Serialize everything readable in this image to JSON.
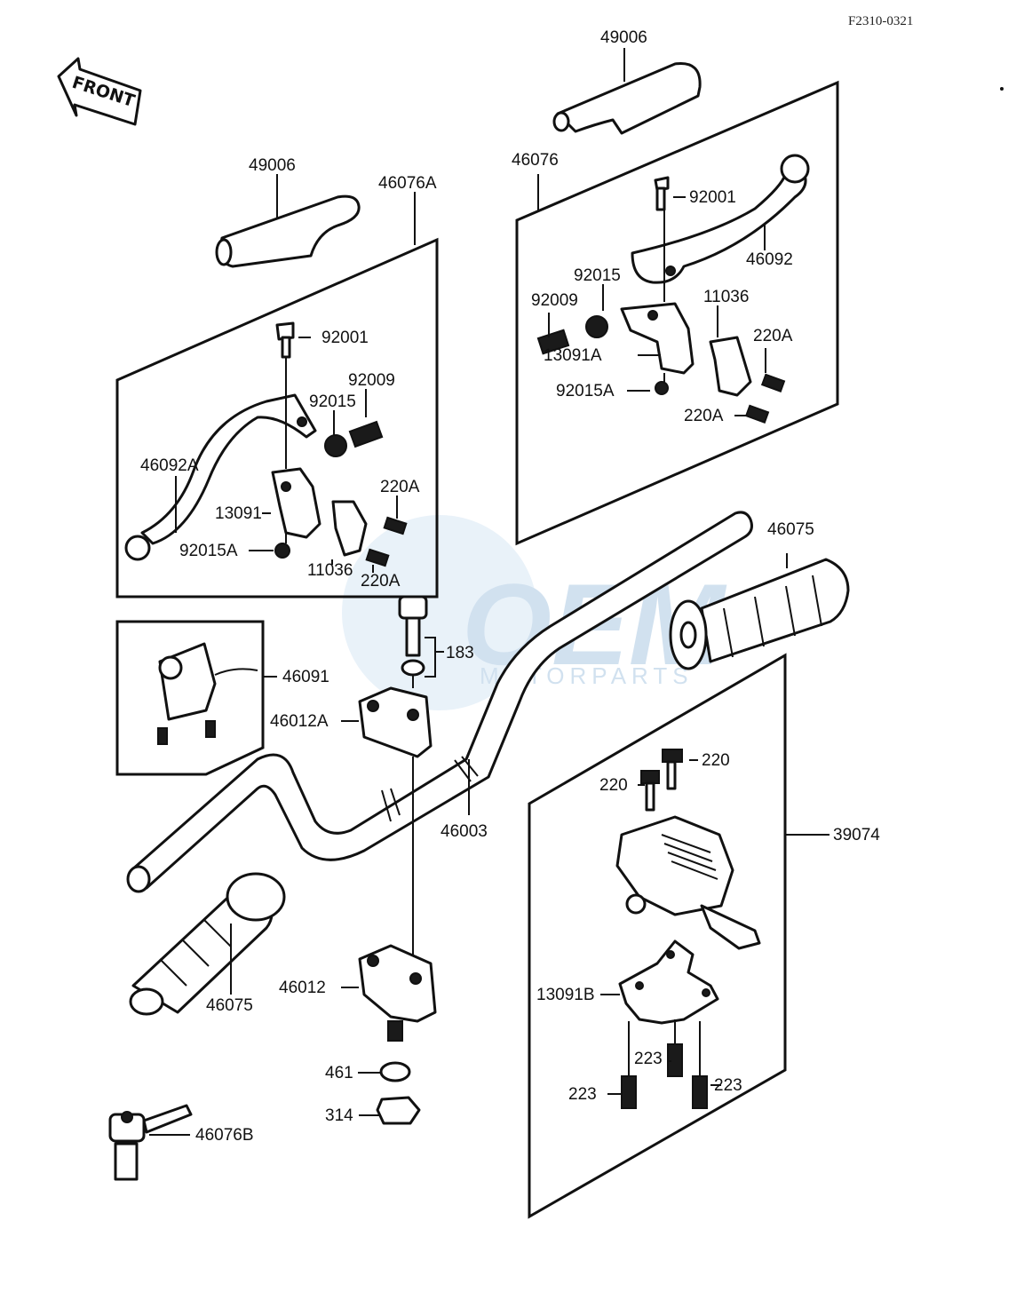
{
  "diagram_code": "F2310-0321",
  "front_label": "FRONT",
  "watermark": {
    "main": "OEM",
    "sub": "MOTORPARTS"
  },
  "labels": {
    "p49006_top": "49006",
    "p46076": "46076",
    "p92001_r": "92001",
    "p46092": "46092",
    "p92015_r": "92015",
    "p92009_r": "92009",
    "p11036_r": "11036",
    "p220a_r1": "220A",
    "p13091a": "13091A",
    "p92015a_r": "92015A",
    "p220a_r2": "220A",
    "p49006_left": "49006",
    "p46076a": "46076A",
    "p92001_l": "92001",
    "p92009_l": "92009",
    "p92015_l": "92015",
    "p46092a": "46092A",
    "p220a_l1": "220A",
    "p13091": "13091",
    "p92015a_l": "92015A",
    "p11036_l": "11036",
    "p220a_l2": "220A",
    "p46075_r": "46075",
    "p183": "183",
    "p46091": "46091",
    "p46012a": "46012A",
    "p46003": "46003",
    "p220_1": "220",
    "p220_2": "220",
    "p39074": "39074",
    "p46012": "46012",
    "p46075_l": "46075",
    "p13091b": "13091B",
    "p223_1": "223",
    "p223_2": "223",
    "p223_3": "223",
    "p461": "461",
    "p314": "314",
    "p46076b": "46076B"
  }
}
